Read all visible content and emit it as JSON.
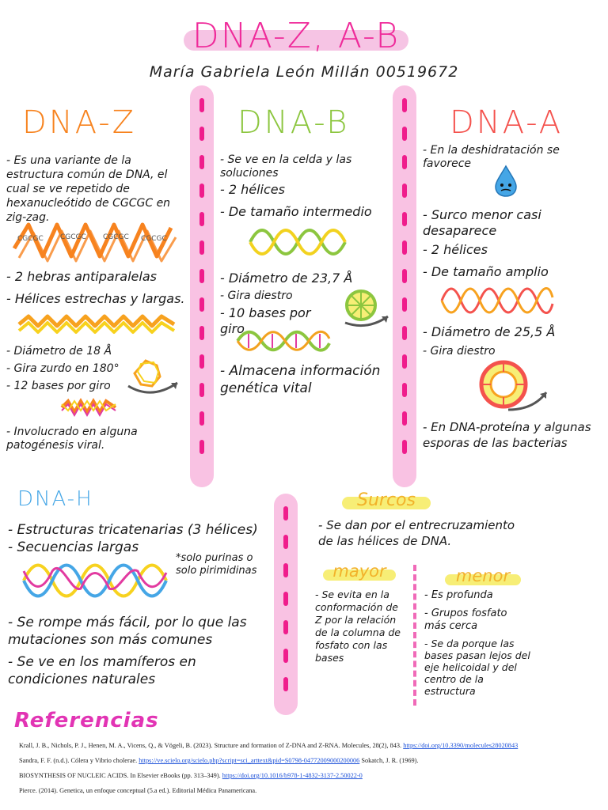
{
  "title": "DNA-Z, A-B",
  "author": "María Gabriela León Millán 00519672",
  "colors": {
    "pink": "#ef2a9a",
    "pink_bar": "#f9c2e3",
    "orange": "#f7831f",
    "green": "#8cc63f",
    "red": "#f4524d",
    "blue": "#45a6e6",
    "yellow": "#f2b22a"
  },
  "dna_z": {
    "heading": "DNA-Z",
    "notes": [
      "- Es una variante de la estructura común de DNA, el cual se ve repetido de hexanucleótido de CGCGC en zig-zag.",
      "- 2 hebras antiparalelas",
      "- Hélices estrechas y largas.",
      "- Diámetro de 18 Å",
      "- Gira zurdo en 180°",
      "- 12 bases por giro",
      "- Involucrado en alguna patogénesis viral."
    ],
    "helix_label": "CGCGC"
  },
  "dna_b": {
    "heading": "DNA-B",
    "notes": [
      "- Se ve en la celda y las soluciones",
      "- 2 hélices",
      "- De tamaño intermedio",
      "- Diámetro de 23,7 Å",
      "- Gira diestro",
      "- 10 bases por giro",
      "- Almacena información genética vital"
    ]
  },
  "dna_a": {
    "heading": "DNA-A",
    "notes": [
      "- En la deshidratación se favorece",
      "- Surco menor casi desaparece",
      "- 2 hélices",
      "- De tamaño amplio",
      "- Diámetro de 25,5 Å",
      "- Gira diestro",
      "- En DNA-proteína y algunas esporas de las bacterias"
    ]
  },
  "dna_h": {
    "heading": "DNA-H",
    "notes": [
      "- Estructuras tricatenarias (3 hélices)",
      "- Secuencias largas",
      "*solo purinas o solo pirimidinas",
      "- Se rompe más fácil, por lo que las mutaciones son más comunes",
      "- Se ve en los mamíferos en condiciones naturales"
    ]
  },
  "surcos": {
    "heading": "Surcos",
    "intro": "- Se dan por el entrecruzamiento de las hélices de DNA.",
    "mayor": {
      "heading": "mayor",
      "text": "- Se evita en la conformación de Z por la relación de la columna de fosfato con las bases"
    },
    "menor": {
      "heading": "menor",
      "items": [
        "- Es profunda",
        "- Grupos fosfato más cerca",
        "- Se da porque las bases pasan lejos del eje helicoidal y del centro de la estructura"
      ]
    }
  },
  "references": {
    "heading": "Referencias",
    "items": [
      {
        "text": "Krall, J. B., Nichols, P. J., Henen, M. A., Vicens, Q., & Vögeli, B. (2023). Structure and formation of Z-DNA and Z-RNA. Molecules, 28(2), 843. ",
        "link": "https://doi.org/10.3390/molecules28020843",
        "after": ""
      },
      {
        "text": "Sandra, F. F. (n.d.). Cólera y Vibrio cholerae. ",
        "link": "https://ve.scielo.org/scielo.php?script=sci_arttext&pid=S0798-04772009000200006",
        "after": " Sokatch, J. R. (1969)."
      },
      {
        "text": "BIOSYNTHESIS OF NUCLEIC ACIDS. In Elsevier eBooks (pp. 313–349). ",
        "link": "https://doi.org/10.1016/b978-1-4832-3137-2.50022-0",
        "after": ""
      },
      {
        "text": "Pierce. (2014). Genetica, un enfoque conceptual (5.a ed.). Editorial Médica Panamericana.",
        "link": "",
        "after": ""
      }
    ]
  }
}
